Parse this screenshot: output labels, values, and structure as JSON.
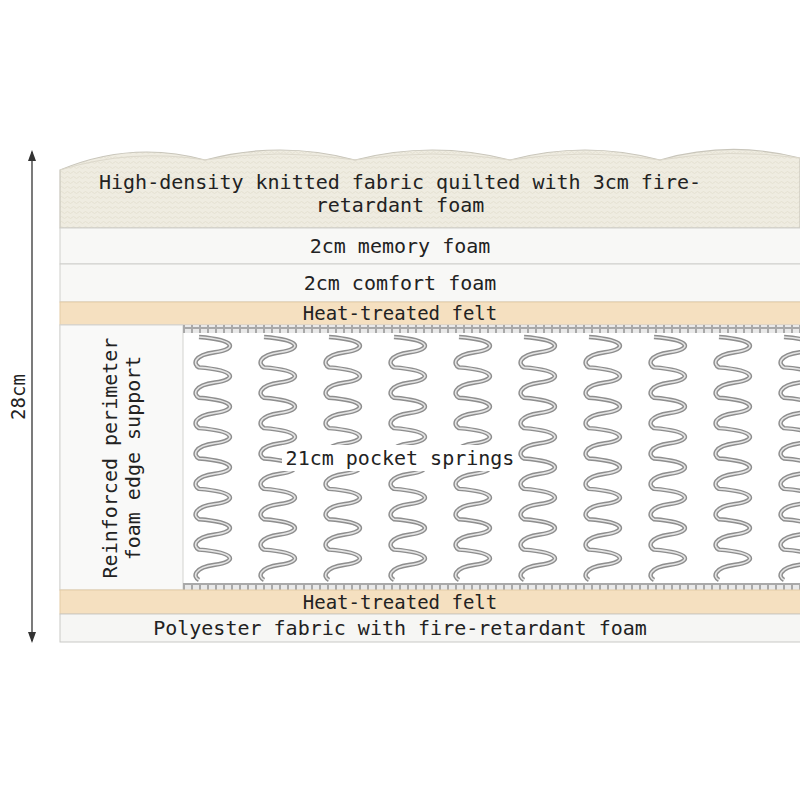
{
  "diagram": {
    "nodes": [
      {
        "text": [
          "High-density knitted fabric quilted with 3cm fire-retardant foam"
        ]
      },
      {
        "text": [
          "2cm memory foam"
        ]
      },
      {
        "text": [
          "2cm comfort foam"
        ]
      },
      {
        "text": [
          "Heat-treated felt"
        ]
      },
      {
        "text": [
          "Reinforced perimeter foam edge support"
        ]
      },
      {
        "text": [
          "21cm pocket springs"
        ]
      },
      {
        "text": [
          "Heat-treated felt"
        ]
      },
      {
        "text": [
          "Polyester fabric with fire-retardant foam"
        ]
      }
    ],
    "labels": [
      "28cm"
    ]
  }
}
